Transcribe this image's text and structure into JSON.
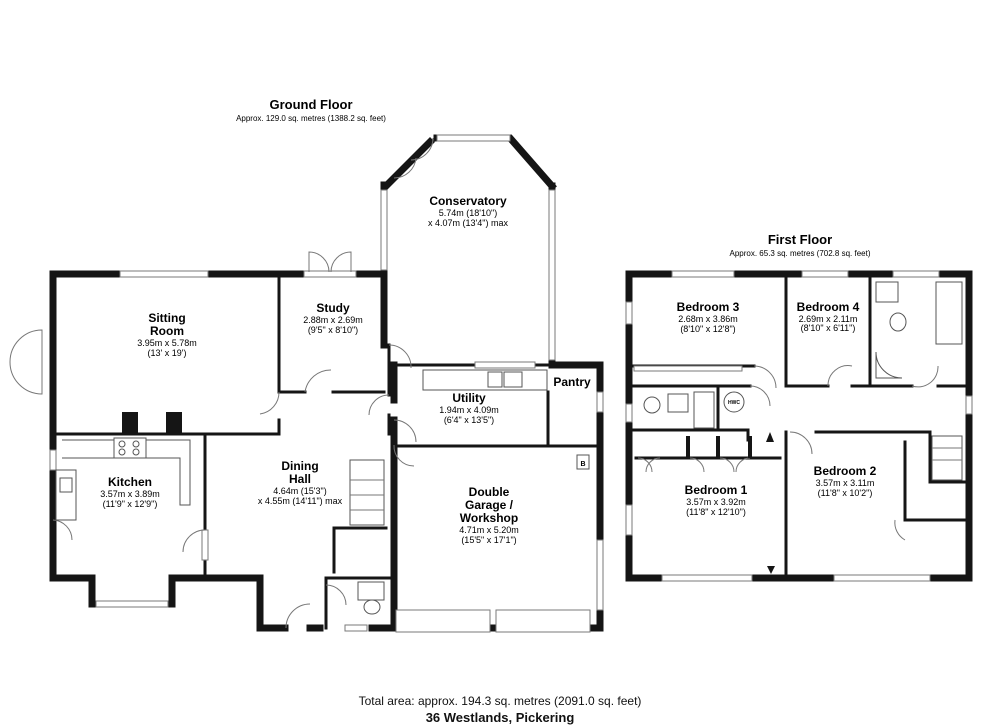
{
  "ground_floor": {
    "title": "Ground Floor",
    "area": "Approx. 129.0 sq. metres (1388.2 sq. feet)",
    "rooms": [
      {
        "key": "conservatory",
        "name": "Conservatory",
        "dims": [
          "5.74m (18'10\")",
          "x 4.07m (13'4\") max"
        ]
      },
      {
        "key": "sitting-room",
        "name": "Sitting Room",
        "name_lines": [
          "Sitting",
          "Room"
        ],
        "dims": [
          "3.95m x 5.78m",
          "(13' x 19')"
        ]
      },
      {
        "key": "study",
        "name": "Study",
        "dims": [
          "2.88m x 2.69m",
          "(9'5\" x 8'10\")"
        ]
      },
      {
        "key": "utility",
        "name": "Utility",
        "dims": [
          "1.94m x 4.09m",
          "(6'4\" x 13'5\")"
        ]
      },
      {
        "key": "pantry",
        "name": "Pantry",
        "dims": []
      },
      {
        "key": "kitchen",
        "name": "Kitchen",
        "dims": [
          "3.57m x 3.89m",
          "(11'9\" x 12'9\")"
        ]
      },
      {
        "key": "dining-hall",
        "name": "Dining Hall",
        "name_lines": [
          "Dining",
          "Hall"
        ],
        "dims": [
          "4.64m (15'3\")",
          "x 4.55m (14'11\") max"
        ]
      },
      {
        "key": "garage",
        "name": "Double Garage / Workshop",
        "name_lines": [
          "Double",
          "Garage /",
          "Workshop"
        ],
        "dims": [
          "4.71m x 5.20m",
          "(15'5\" x 17'1\")"
        ]
      }
    ],
    "boiler_label": "B"
  },
  "first_floor": {
    "title": "First Floor",
    "area": "Approx. 65.3 sq. metres (702.8 sq. feet)",
    "rooms": [
      {
        "key": "bedroom-3",
        "name": "Bedroom 3",
        "dims": [
          "2.68m x 3.86m",
          "(8'10\" x 12'8\")"
        ]
      },
      {
        "key": "bedroom-4",
        "name": "Bedroom 4",
        "dims": [
          "2.69m x 2.11m",
          "(8'10\" x 6'11\")"
        ]
      },
      {
        "key": "bedroom-1",
        "name": "Bedroom 1",
        "dims": [
          "3.57m x 3.92m",
          "(11'8\" x 12'10\")"
        ]
      },
      {
        "key": "bedroom-2",
        "name": "Bedroom 2",
        "dims": [
          "3.57m x 3.11m",
          "(11'8\" x 10'2\")"
        ]
      }
    ],
    "hwc_label": "HWC"
  },
  "footer": {
    "total_area": "Total area: approx. 194.3 sq. metres (2091.0 sq. feet)",
    "address": "36 Westlands, Pickering"
  }
}
